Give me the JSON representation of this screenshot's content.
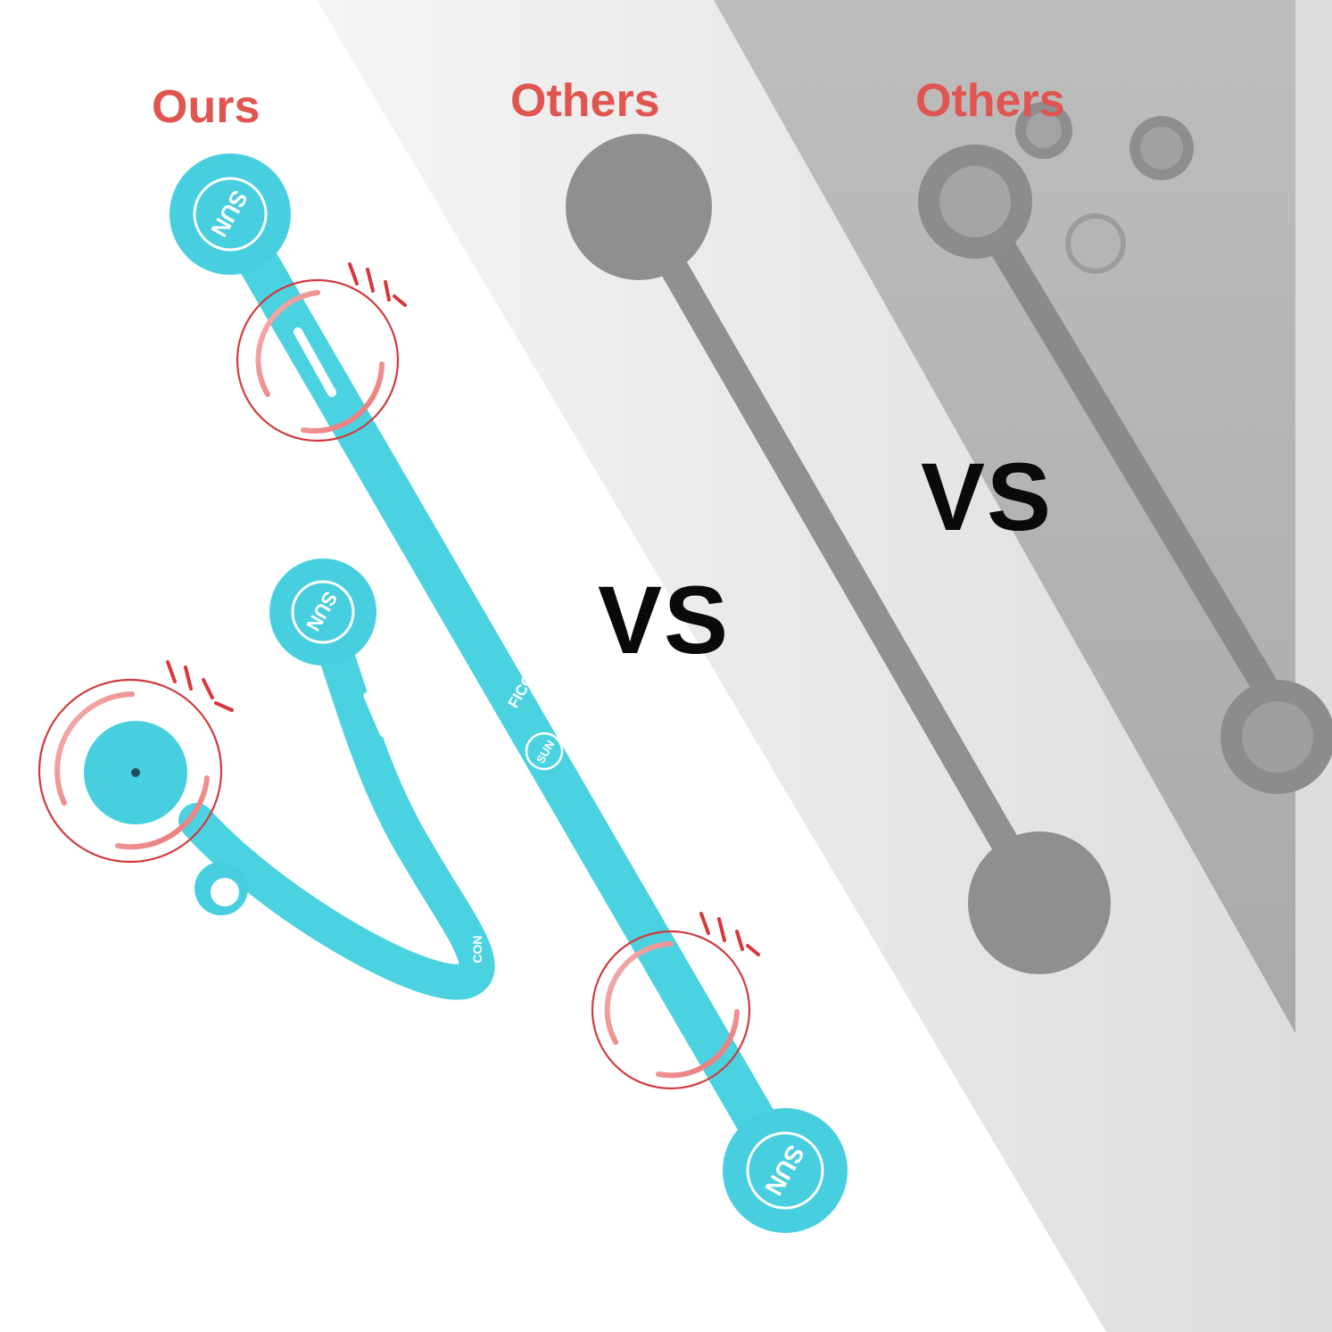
{
  "headings": {
    "ours": "Ours",
    "others_1": "Others",
    "others_2": "Others"
  },
  "vs_labels": {
    "first": "VS",
    "second": "VS"
  },
  "logo": {
    "top": "SUN",
    "middle": "SUN",
    "bottom": "SUN",
    "brand_small": "FICON",
    "brand_tail": "CON"
  },
  "colors": {
    "heading": "#e05550",
    "ours_product": "#47cfdf",
    "others_product": "#8f8f8f",
    "highlight_ring": "#d8363a",
    "vs_text": "#0a0a0a",
    "panel_light": "#e9e9e9",
    "panel_dark": "#b9b9b9"
  }
}
